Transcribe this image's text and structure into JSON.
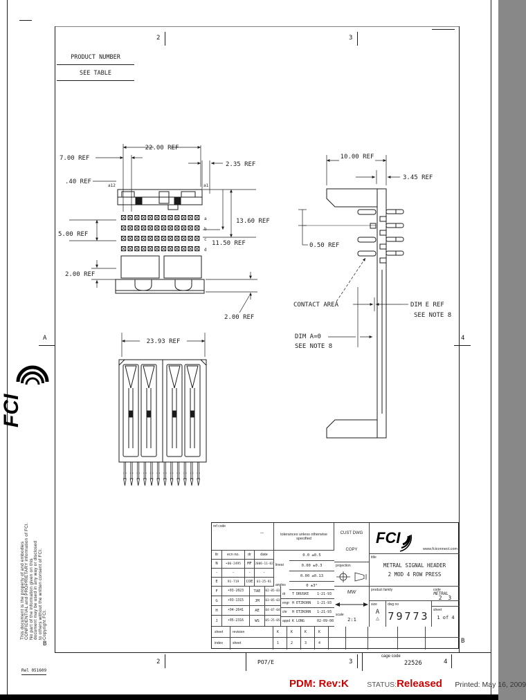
{
  "sheet": {
    "product_number_label": "PRODUCT NUMBER",
    "see_table_label": "SEE TABLE",
    "brand": "FCI",
    "confidential_lines": [
      "This document is the property of and embodies",
      "CONFIDENTIAL and PROPRIETARY information of FCI.",
      "No part of the information given on this",
      "document may be used in any way or disclosed",
      "to others without the written consent of FCI.",
      "Copyright FCI."
    ],
    "rel_stamp": "Rel 051609",
    "form_code": "PO7/E"
  },
  "zones": {
    "top_2": "2",
    "top_3": "3",
    "bottom_2": "2",
    "bottom_3": "3",
    "bottom_4": "4",
    "left_a": "A",
    "left_b": "B",
    "right_4": "4",
    "right_b": "B",
    "cage_code_label": "cage code",
    "cage_code": "22526"
  },
  "views": {
    "top_view": {
      "dim_22": "22.00 REF",
      "dim_7": "7.00 REF",
      "dim_2_35": "2.35 REF",
      "dim_40": ".40 REF",
      "dim_13_60": "13.60 REF",
      "dim_11_50": "11.50 REF",
      "dim_5": "5.00 REF",
      "dim_2_left": "2.00 REF",
      "dim_2_bottom": "2.00 REF",
      "row_labels": [
        "a",
        "b",
        "c",
        "d"
      ],
      "corner_left": "a12",
      "corner_right": "a1"
    },
    "side_view": {
      "dim_10": "10.00 REF",
      "dim_3_45": "3.45 REF",
      "dim_0_50": "0.50 REF",
      "contact_area": "CONTACT AREA",
      "dim_e": "DIM E REF",
      "dim_e_note": "SEE NOTE 8",
      "dim_a": "DIM A=0",
      "dim_a_note": "SEE NOTE 8"
    },
    "front_view": {
      "dim_23_93": "23.93 REF"
    }
  },
  "title_block": {
    "ref_code_label": "ref code",
    "rev_headers": [
      "ltr",
      "ecn no.",
      "dr",
      "date"
    ],
    "rev_rows_upper": [
      [
        "N",
        "•06-2495",
        "MF",
        "2006-11-02"
      ],
      [
        "-",
        "-",
        "-",
        "-"
      ],
      [
        "E",
        "91-719",
        "COE",
        "01-25-91"
      ]
    ],
    "rev_rows_lower": [
      [
        "F",
        "•03-2023",
        "TAE",
        "02-05-03"
      ],
      [
        "G",
        "•03-1315",
        "JM",
        "03-05-03"
      ],
      [
        "H",
        "•04-2641",
        "AE",
        "04-07-04"
      ],
      [
        "J",
        "•05-2316",
        "WS",
        "05-25-05"
      ]
    ],
    "tolerances_header": "tolerances unless otherwise specified",
    "linear_label": "linear",
    "angles_label": "angles",
    "tol_rows": [
      "0.0 ±0.5",
      "0.00 ±0.3",
      "0.00 ±0.13"
    ],
    "tol_angles": "0 ±3°",
    "cust_dwg_line1": "CUST DWG",
    "cust_dwg_line2": "COPY",
    "projection_label": "projection",
    "brand": "FCI",
    "website": "www.fciconnect.com",
    "title_label": "title",
    "title_line1": "METRAL SIGNAL HEADER",
    "title_line2": "2 MOD 4 ROW PRESS",
    "approvals": [
      {
        "role": "dr",
        "name": "T DRUSKE",
        "date": "1-21-93"
      },
      {
        "role": "engr",
        "name": "H ETZKORN",
        "date": "1-21-93"
      },
      {
        "role": "chr",
        "name": "H ETZKORN",
        "date": "1-21-93"
      },
      {
        "role": "appd",
        "name": "K LONG",
        "date": "02-09-00"
      }
    ],
    "mw_label": "MW",
    "scale_label": "scale",
    "scale_value": "2:1",
    "product_family_label": "product family",
    "product_family": "METRAL",
    "size_label": "size",
    "size": "A",
    "dwg_no_label": "dwg no",
    "dwg_no": "79773",
    "code_label": "code",
    "code": "2 3",
    "sheet_label": "sheet",
    "sheet": "1 of 4",
    "row_sheet_label": "sheet",
    "row_revision_label": "revision",
    "row_index_label": "index",
    "row_sheet2_label": "sheet",
    "revision_values": [
      "K",
      "K",
      "K",
      "K"
    ],
    "index_values": [
      "1",
      "2",
      "3",
      "4"
    ]
  },
  "pdm": {
    "rev": "PDM: Rev:K",
    "status_label": "STATUS:",
    "status": "Released",
    "printed": "Printed: May 16, 2009"
  }
}
